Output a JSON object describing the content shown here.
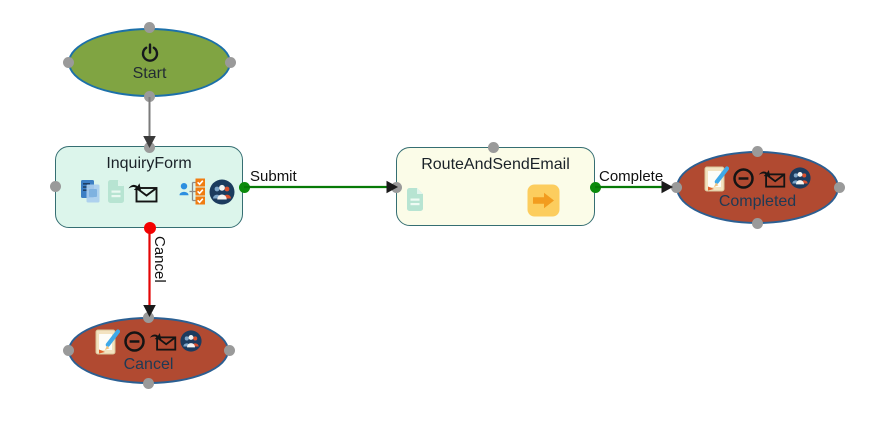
{
  "canvas": {
    "background": "#FFFFFF",
    "type": "workflow-diagram"
  },
  "colors": {
    "start_fill": "#80A442",
    "start_border": "#1C70A9",
    "activity_fill_mint": "#DCF5EB",
    "activity_fill_yellow": "#FBFCE8",
    "activity_border": "#356E72",
    "end_state_fill": "#B14A31",
    "end_state_border": "#2B5F92",
    "connector_dot_gray": "#9A9A9A",
    "connector_dot_green": "#0B8A0B",
    "connector_dot_red": "#F40000",
    "edge_green": "#077A07",
    "edge_red": "#E30505",
    "edge_gray": "#7B7B7B",
    "arrowhead_dark": "#1A1A1A",
    "end_label_color": "#1E3A55"
  },
  "nodes": {
    "start": {
      "label": "Start",
      "shape": "ellipse",
      "icons": [
        "power-icon"
      ]
    },
    "inquiry_form": {
      "title": "InquiryForm",
      "shape": "rounded-rect",
      "icons": [
        "documents-icon",
        "document-icon",
        "send-email-icon",
        "assign-tasks-icon",
        "participants-icon"
      ]
    },
    "route_and_send_email": {
      "title": "RouteAndSendEmail",
      "shape": "rounded-rect",
      "icons": [
        "document-icon",
        "forward-arrow-icon"
      ]
    },
    "completed": {
      "label": "Completed",
      "shape": "ellipse",
      "icons": [
        "notepad-pencil-icon",
        "circle-minus-icon",
        "send-email-icon",
        "participants-icon"
      ]
    },
    "cancel_state": {
      "label": "Cancel",
      "shape": "ellipse",
      "icons": [
        "notepad-pencil-icon",
        "circle-minus-icon",
        "send-email-icon",
        "participants-icon"
      ]
    }
  },
  "edges": {
    "start_to_inquiry_form": {
      "label": "",
      "from": "start",
      "to": "inquiry_form",
      "color": "#7B7B7B"
    },
    "submit": {
      "label": "Submit",
      "from": "inquiry_form",
      "to": "route_and_send_email",
      "color": "#077A07"
    },
    "complete": {
      "label": "Complete",
      "from": "route_and_send_email",
      "to": "completed",
      "color": "#077A07"
    },
    "cancel": {
      "label": "Cancel",
      "from": "inquiry_form",
      "to": "cancel_state",
      "color": "#E30505"
    }
  },
  "icon_glyphs": {
    "power-icon": "⏻",
    "documents-icon": "⧉",
    "document-icon": "🗎",
    "send-email-icon": "✉",
    "assign-tasks-icon": "☑",
    "participants-icon": "👥",
    "notepad-pencil-icon": "✎",
    "circle-minus-icon": "⊖",
    "forward-arrow-icon": "➡"
  }
}
